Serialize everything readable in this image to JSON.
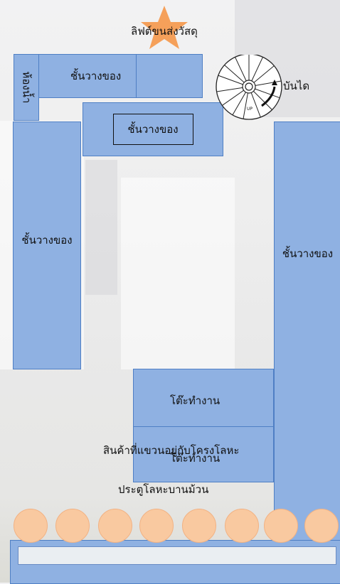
{
  "floorplan": {
    "freight_lift_label": "ลิฟต์ขนส่งวัสดุ",
    "restroom_label": "ห้องน้ำ",
    "shelf_label": "ชั้นวางของ",
    "stairs_label": "บันได",
    "stairs_up_marker": "UP",
    "workbench_label": "โต๊ะทำงาน",
    "hanging_goods_label": "สินค้าที่แขวนอยู่กับโครงโลหะ",
    "rolling_door_label": "ประตูโลหะบานม้วน"
  },
  "colors": {
    "shelf_fill": "#8fb1e2",
    "shelf_border": "#4f7fc4",
    "star": "#f5a05a",
    "circle_fill": "#f9c9a0"
  }
}
